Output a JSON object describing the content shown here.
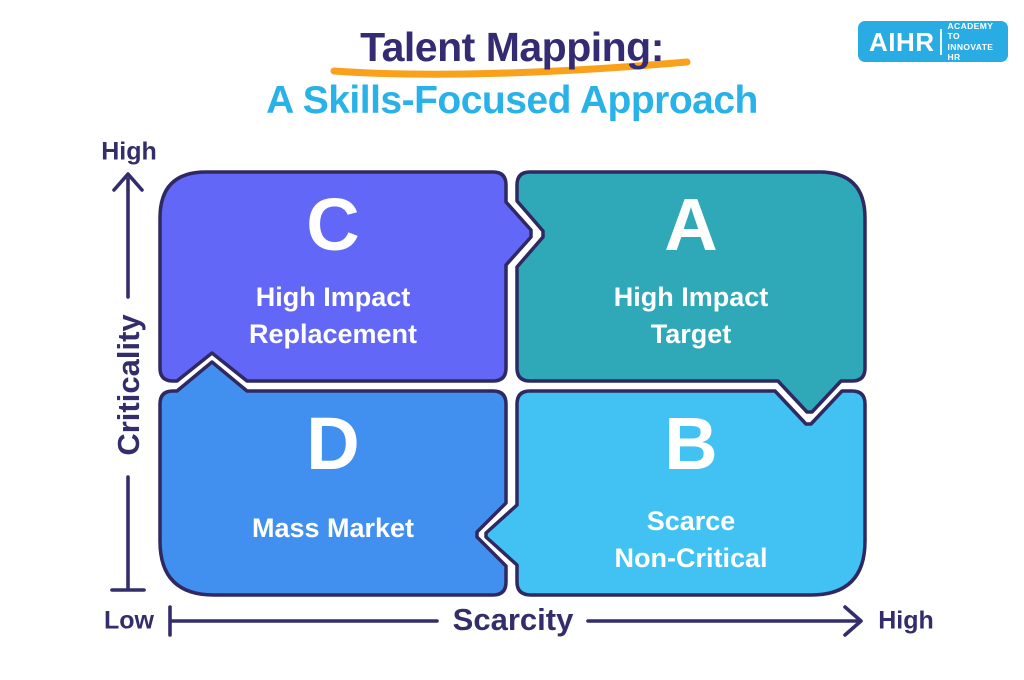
{
  "header": {
    "title": "Talent Mapping:",
    "subtitle": "A Skills-Focused Approach",
    "title_color": "#342B72",
    "subtitle_color": "#29B2E8",
    "underline_color": "#F9A11B"
  },
  "logo": {
    "brand": "AIHR",
    "tagline_line1": "ACADEMY TO",
    "tagline_line2": "INNOVATE HR",
    "bg_color": "#29ACE3"
  },
  "axes": {
    "color": "#332D6B",
    "y_label": "Criticality",
    "y_high": "High",
    "low": "Low",
    "x_label": "Scarcity",
    "x_high": "High"
  },
  "matrix": {
    "outline_color": "#2F2963",
    "quadrants": [
      {
        "letter": "C",
        "label_lines": [
          "High Impact",
          "Replacement"
        ],
        "color": "#6367F7",
        "position": "top-left"
      },
      {
        "letter": "A",
        "label_lines": [
          "High Impact",
          "Target"
        ],
        "color": "#2FA9B8",
        "position": "top-right"
      },
      {
        "letter": "D",
        "label_lines": [
          "Mass Market"
        ],
        "color": "#4190F0",
        "position": "bottom-left"
      },
      {
        "letter": "B",
        "label_lines": [
          "Scarce",
          "Non-Critical"
        ],
        "color": "#41C2F2",
        "position": "bottom-right"
      }
    ]
  }
}
